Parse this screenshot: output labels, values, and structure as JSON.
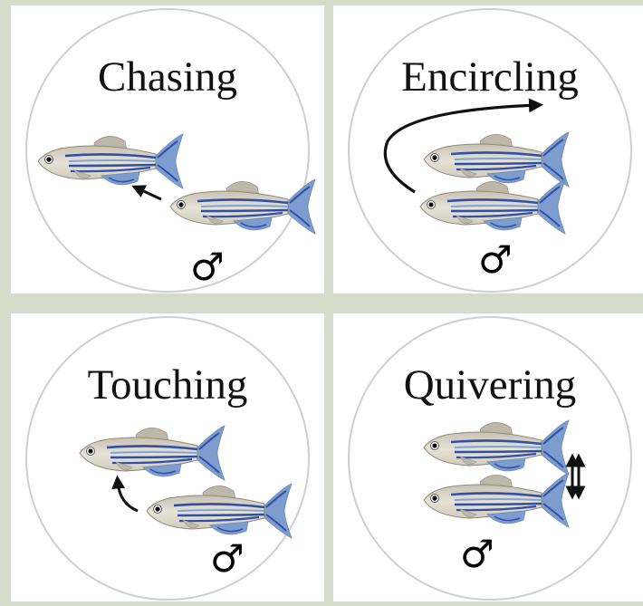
{
  "figure": {
    "panels": [
      {
        "id": "chasing",
        "title": "Chasing",
        "symbol": "♂"
      },
      {
        "id": "encircling",
        "title": "Encircling",
        "symbol": "♂"
      },
      {
        "id": "touching",
        "title": "Touching",
        "symbol": "♂"
      },
      {
        "id": "quivering",
        "title": "Quivering",
        "symbol": "♂"
      }
    ]
  },
  "colors": {
    "background": "#d6dccb",
    "circle_stroke": "#cfcfcf",
    "fish_body": "#d9d5c8",
    "fish_stripe": "#2f4fa8",
    "fish_stripe_light": "#7fa3d6",
    "fin_color": "#c9c4b6",
    "arrow": "#111111"
  },
  "icons": {
    "male": "male-symbol-icon",
    "arrow": "arrow-icon",
    "fish": "zebrafish-icon"
  }
}
